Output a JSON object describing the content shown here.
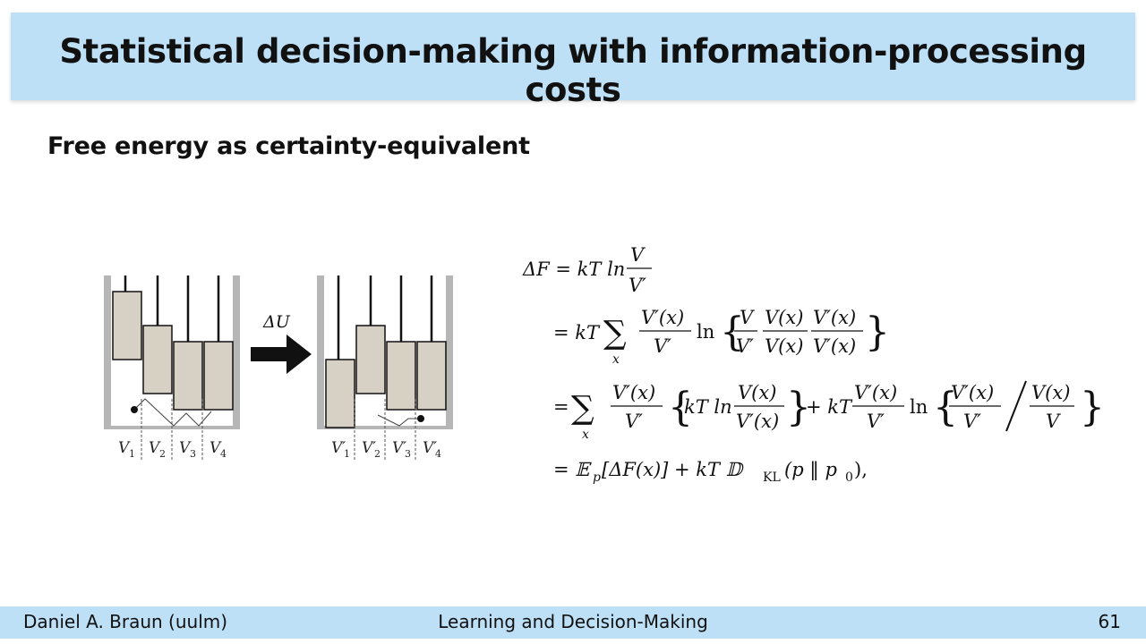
{
  "slide": {
    "title": "Statistical decision-making with information-processing costs",
    "subtitle": "Free energy as certainty-equivalent"
  },
  "figure": {
    "arrow_label": "ΔU",
    "left_labels": [
      "V",
      "V",
      "V",
      "V"
    ],
    "left_subscripts": [
      "1",
      "2",
      "3",
      "4"
    ],
    "right_labels": [
      "V′",
      "V′",
      "V′",
      "V′"
    ],
    "right_subscripts": [
      "1",
      "2",
      "3",
      "4"
    ]
  },
  "equation": {
    "line1_lhs": "ΔF = kT ln",
    "frac_V": "V",
    "frac_Vp": "V′",
    "line2_prefix": "= kT",
    "frac_Vpx": "V′(x)",
    "frac_Vx": "V(x)",
    "sum_sub": "x",
    "ln": "ln",
    "line3_prefix": "=",
    "kTln": "kT ln",
    "plus_kT": "+ kT",
    "line4": "= 𝔼",
    "line4_p": "p",
    "line4_mid": "[ΔF(x)] + kT   𝔻",
    "line4_KL": "KL",
    "line4_end": "(p ‖ p",
    "line4_zero": "0",
    "line4_close": "),"
  },
  "footer": {
    "author": "Daniel A. Braun (uulm)",
    "course": "Learning and Decision-Making",
    "page": "61"
  }
}
